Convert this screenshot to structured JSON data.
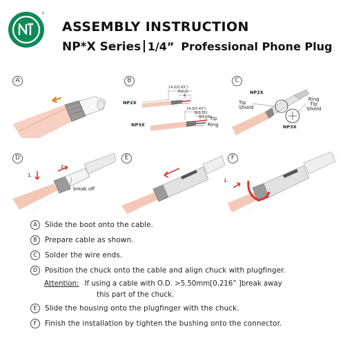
{
  "header": {
    "logo_text": "NTI",
    "title": "ASSEMBLY INSTRUCTION",
    "series": "NP*X Series",
    "size": "1/4”",
    "subtitle": "Professional Phone Plug"
  },
  "panels": {
    "a": {
      "letter": "A"
    },
    "b": {
      "letter": "B",
      "np2x": "NP2X",
      "np3x": "NP3X",
      "tip": "Tip",
      "ring": "Ring",
      "dim1": "14.0(0.43”)",
      "dim2": "8(0.3)",
      "dim3": "4",
      "dim4": "14.0(0.43”)",
      "dim5": "8(0.31)",
      "dim6": "4(0.16)"
    },
    "c": {
      "letter": "C",
      "np2x": "NP2X",
      "np3x": "NP3X",
      "tip_shield": "Tip\nShield",
      "rts": "Ring\nTip\nShield"
    },
    "d": {
      "letter": "D",
      "n1": "1.",
      "n2": "2.",
      "break_off": "break off"
    },
    "e": {
      "letter": "E"
    },
    "f": {
      "letter": "F",
      "n1": "1."
    }
  },
  "steps": [
    {
      "letter": "A",
      "text": "Slide the boot onto the cable."
    },
    {
      "letter": "B",
      "text": "Prepare cable as shown."
    },
    {
      "letter": "C",
      "text": "Solder the wire ends."
    },
    {
      "letter": "D",
      "text": "Position the chuck onto the cable and align chuck with plugfinger."
    },
    {
      "letter": "E",
      "text": "Slide the housing onto the plugfinger with the chuck."
    },
    {
      "letter": "F",
      "text": "Finish the installation by tighten the bushing onto the connector."
    }
  ],
  "attention": {
    "label": "Attention:",
    "line1": "If using a cable with O.D. >5.50mm[0.216” ]break away",
    "line2": "this part of the chuck."
  },
  "colors": {
    "logo_green": "#0e8a57",
    "cable_pink": "#f2bcaa",
    "arrow_red": "#e0312a",
    "boot_gray": "#9a9a9a"
  }
}
